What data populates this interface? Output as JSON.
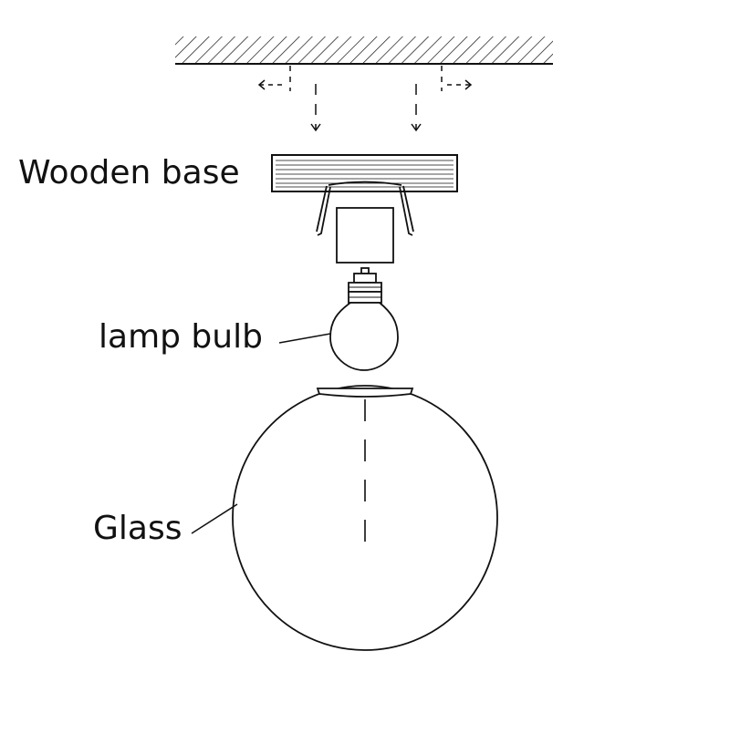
{
  "labels": {
    "wooden_base": "Wooden base",
    "lamp_bulb": "lamp bulb",
    "glass": "Glass"
  },
  "colors": {
    "line": "#111111",
    "background": "#ffffff"
  },
  "icons": {
    "ceiling": "hatched-ceiling-icon",
    "arrows": "arrow-icon"
  }
}
